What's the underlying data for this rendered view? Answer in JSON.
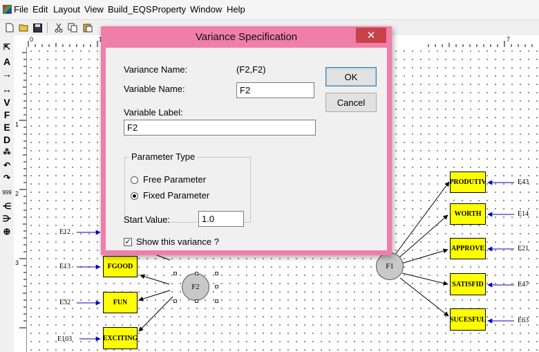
{
  "menubar": {
    "items": [
      "File",
      "Edit",
      "Layout",
      "View",
      "Build_EQS",
      "Property",
      "Window",
      "Help"
    ]
  },
  "toolbar": {
    "buttons": [
      "new-file-icon",
      "open-folder-icon",
      "save-icon",
      "cut-icon",
      "copy-icon",
      "paste-icon"
    ]
  },
  "toolbox": {
    "tools": [
      {
        "name": "pointer-tool",
        "glyph": "⇱"
      },
      {
        "name": "text-tool",
        "glyph": "A"
      },
      {
        "name": "arrow-tool",
        "glyph": "→"
      },
      {
        "name": "double-arrow-tool",
        "glyph": "↔"
      },
      {
        "name": "variable-tool",
        "glyph": "V"
      },
      {
        "name": "factor-tool",
        "glyph": "F"
      },
      {
        "name": "error-tool",
        "glyph": "E"
      },
      {
        "name": "disturbance-tool",
        "glyph": "D"
      },
      {
        "name": "group-tool",
        "glyph": "⁂"
      },
      {
        "name": "curve-tool",
        "glyph": "↶"
      },
      {
        "name": "curve2-tool",
        "glyph": "↷"
      },
      {
        "name": "number-tool",
        "glyph": "999"
      },
      {
        "name": "fan-tool",
        "glyph": "⋲"
      },
      {
        "name": "fan2-tool",
        "glyph": "⋺"
      },
      {
        "name": "crosshair-tool",
        "glyph": "⊕"
      }
    ]
  },
  "rulers": {
    "horizontal": [
      "0",
      "1",
      "7"
    ],
    "vertical": [
      "1",
      "2",
      "3"
    ]
  },
  "diagram": {
    "left_boxes": [
      "FGOOD",
      "FUN",
      "EXCITING"
    ],
    "left_errors": [
      "E12",
      "E13",
      "E32",
      "E103"
    ],
    "left_factor": "F2",
    "right_boxes": [
      "PRODUTIV",
      "WORTH",
      "APPROVE",
      "SATISFID",
      "SUCESFUL"
    ],
    "right_errors": [
      "E43",
      "E14",
      "E21",
      "E47",
      "E63"
    ],
    "right_factor": "F1"
  },
  "dialog": {
    "title": "Variance Specification",
    "close_glyph": "✕",
    "variance_name_label": "Variance Name:",
    "variance_name_value": "(F2,F2)",
    "variable_name_label": "Variable Name:",
    "variable_name_value": "F2",
    "variable_label_label": "Variable Label:",
    "variable_label_value": "F2",
    "ok_label": "OK",
    "cancel_label": "Cancel",
    "parameter_type": {
      "legend": "Parameter Type",
      "free_label": "Free Parameter",
      "fixed_label": "Fixed Parameter",
      "selected": "fixed"
    },
    "start_value_label": "Start Value:",
    "start_value": "1.0",
    "show_variance_label": "Show this variance ?",
    "show_variance_checked": true,
    "check_glyph": "✓"
  },
  "colors": {
    "box_fill": "#ffff00",
    "error_arrow": "#0000cc",
    "dialog_frame": "#ef7ea8",
    "close_button": "#c8424a",
    "factor_fill": "#c8c8c8"
  }
}
